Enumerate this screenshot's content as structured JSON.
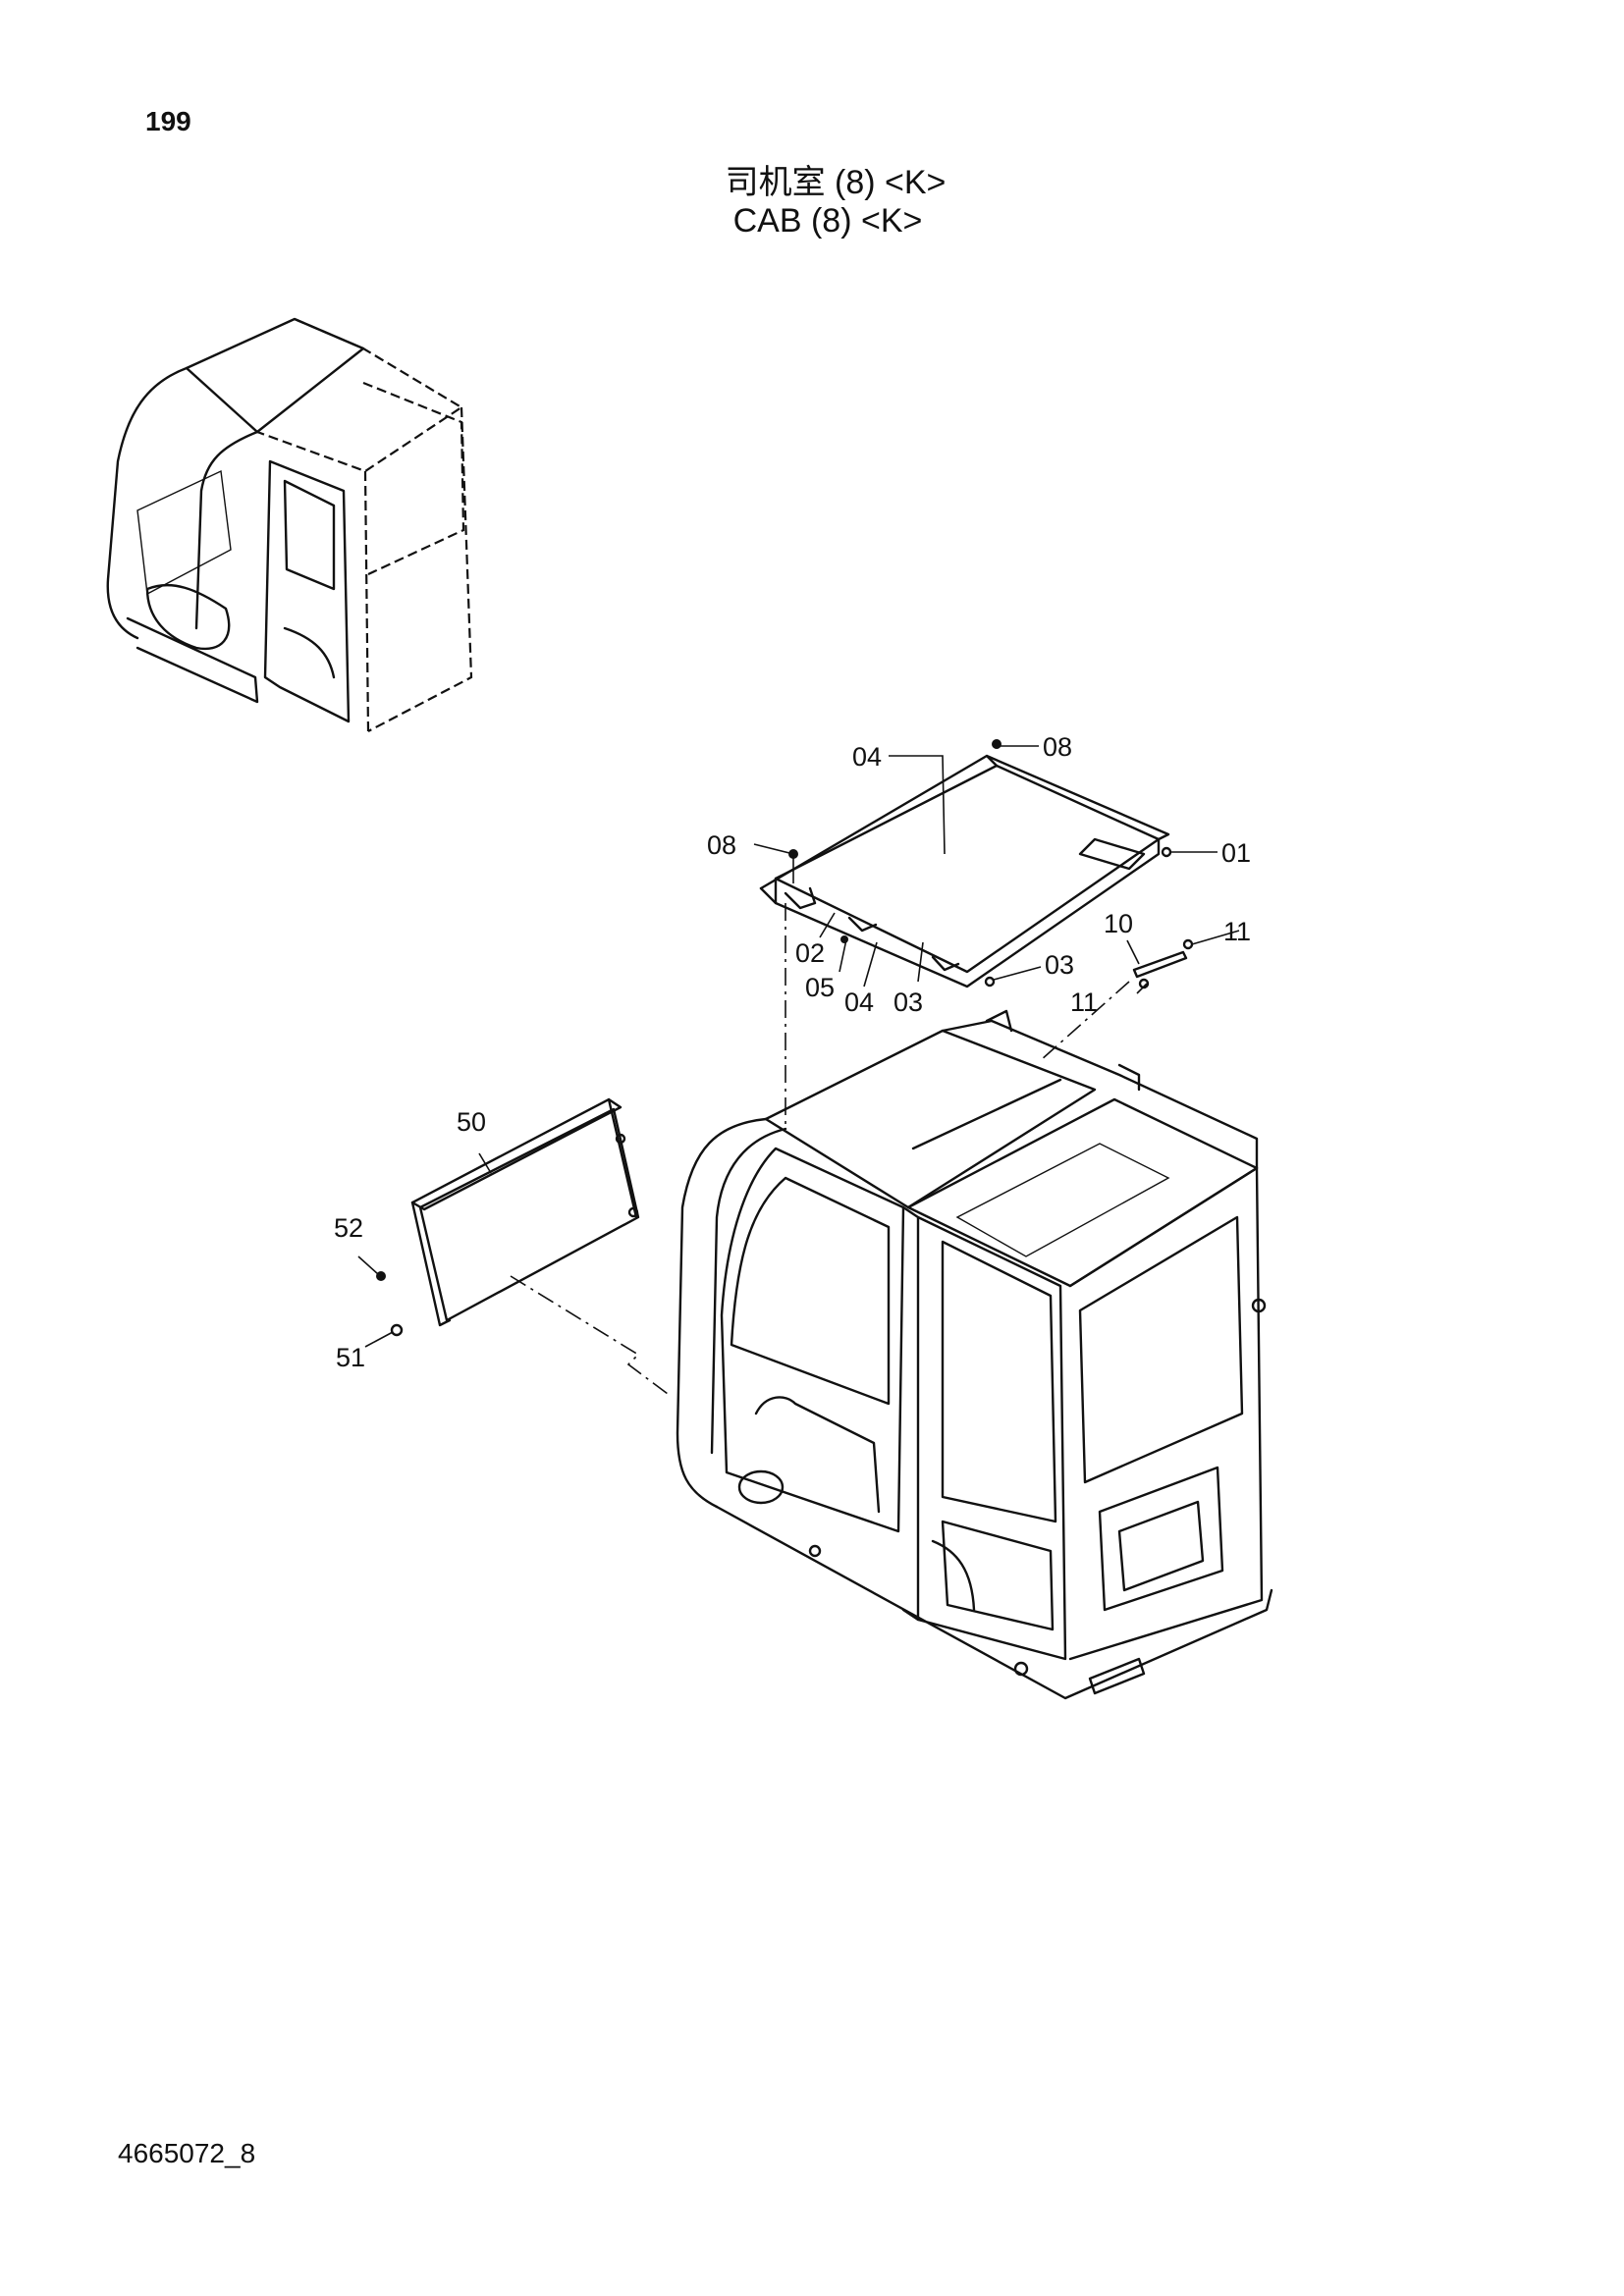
{
  "page_number": "199",
  "title_cn": "司机室 (8) <K>",
  "title_en": "CAB (8) <K>",
  "doc_code": "4665072_8",
  "callouts": {
    "c04_top": "04",
    "c08_top": "08",
    "c08_left": "08",
    "c01": "01",
    "c02": "02",
    "c05": "05",
    "c04_bottom": "04",
    "c03_bottom": "03",
    "c03_right": "03",
    "c10": "10",
    "c11_right": "11",
    "c11_left": "11",
    "c50": "50",
    "c52": "52",
    "c51": "51"
  }
}
